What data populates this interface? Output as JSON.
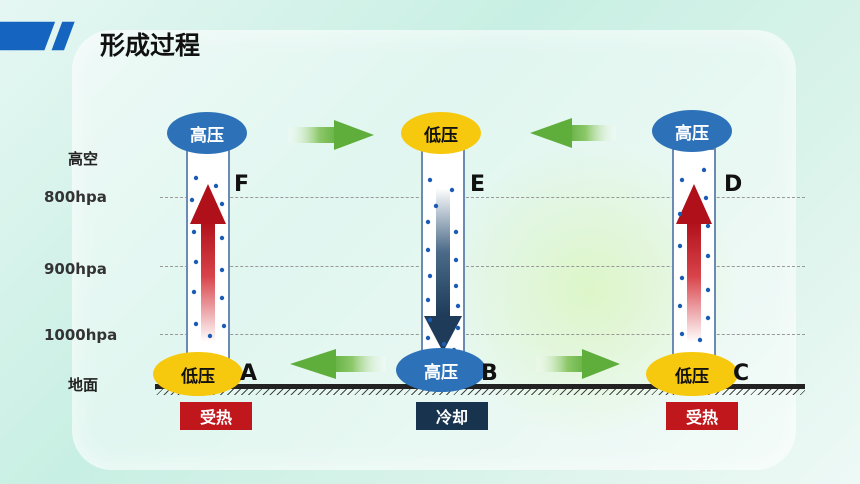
{
  "title": "形成过程",
  "levels": {
    "high_altitude": "高空",
    "p800": "800hpa",
    "p900": "900hpa",
    "p1000": "1000hpa",
    "ground": "地面"
  },
  "columns": {
    "left": {
      "top_label": "高压",
      "top_letter": "F",
      "bottom_label": "低压",
      "bottom_letter": "A",
      "tag": "受热"
    },
    "middle": {
      "top_label": "低压",
      "top_letter": "E",
      "bottom_label": "高压",
      "bottom_letter": "B",
      "tag": "冷却"
    },
    "right": {
      "top_label": "高压",
      "top_letter": "D",
      "bottom_label": "低压",
      "bottom_letter": "C",
      "tag": "受热"
    }
  },
  "colors": {
    "high_pressure": "#2d72b8",
    "low_pressure": "#f6c90e",
    "heated": "#c0171d",
    "cooled": "#17334d",
    "flow_arrow": "#5fae3c",
    "rising_arrow": "#c0171d",
    "sinking_arrow": "#1e3c5a",
    "accent": "#1565c0"
  }
}
